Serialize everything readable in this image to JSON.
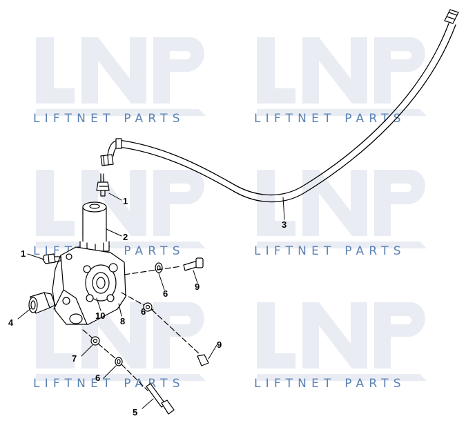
{
  "watermark": {
    "brand_text": "LIFTNET PARTS",
    "logo_letters": "LNP",
    "text_color": "#5b82b4",
    "logo_color": "#e9ecf3"
  },
  "callouts": [
    "1",
    "2",
    "3",
    "1",
    "4",
    "6",
    "9",
    "10",
    "8",
    "6",
    "7",
    "9",
    "5"
  ]
}
